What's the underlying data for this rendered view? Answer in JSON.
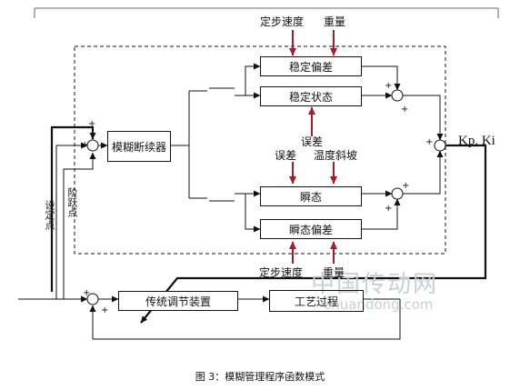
{
  "blocks": {
    "steady_error": "稳定偏差",
    "steady_state": "稳定状态",
    "fuzzy_switch": "模糊断续器",
    "transient": "瞬态",
    "transient_error": "瞬态偏差",
    "traditional": "传统调节装置",
    "process": "工艺过程"
  },
  "labels": {
    "setpoint_rate_top": "定步速度",
    "weight_top": "重量",
    "error_mid": "误差",
    "error": "误差",
    "temp_ramp": "温度斜坡",
    "setpoint_rate_bottom": "定步速度",
    "weight_bottom": "重量",
    "output": "Kp, Ki",
    "setpoint": "设定点",
    "step_point": "阶跃点"
  },
  "signs": {
    "plus": "+",
    "minus": "-"
  },
  "watermark": {
    "cn": "中国传动网",
    "en": "chuandong.com"
  },
  "caption": "图 3：模糊管理程序函数模式",
  "colors": {
    "arrow_red": "#b0182a",
    "line": "#111111"
  }
}
